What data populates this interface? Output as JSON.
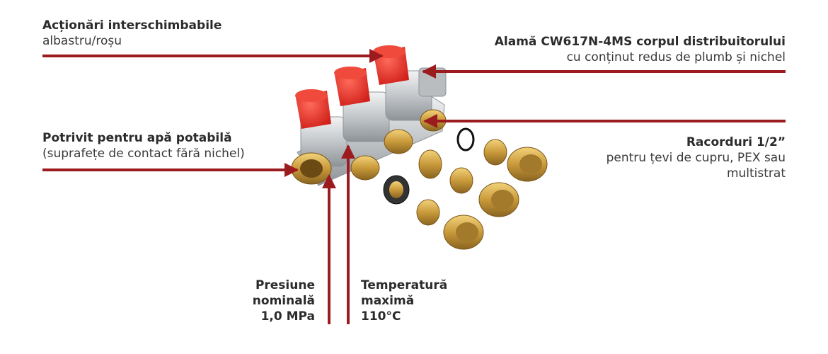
{
  "colors": {
    "arrow": "#9b1b1f",
    "brass": "#c99a3b",
    "nickel": "#cfd3d6",
    "handle_red": "#e8312a"
  },
  "callouts": {
    "actuators": {
      "title": "Acționări interschimbabile",
      "subtitle": "albastru/roșu"
    },
    "body": {
      "title": "Alamă CW617N-4MS corpul distribuitorului",
      "subtitle": "cu conținut redus de plumb și nichel"
    },
    "potable": {
      "title": "Potrivit pentru apă potabilă",
      "subtitle": "(suprafețe de contact fără nichel)"
    },
    "fittings": {
      "title": "Racorduri 1/2”",
      "subtitle_line1": "pentru țevi de cupru, PEX sau",
      "subtitle_line2": "multistrat"
    },
    "pressure": {
      "line1": "Presiune",
      "line2": "nominală",
      "line3": "1,0 MPa"
    },
    "temperature": {
      "line1": "Temperatură",
      "line2": "maximă",
      "line3": "110°C"
    }
  }
}
